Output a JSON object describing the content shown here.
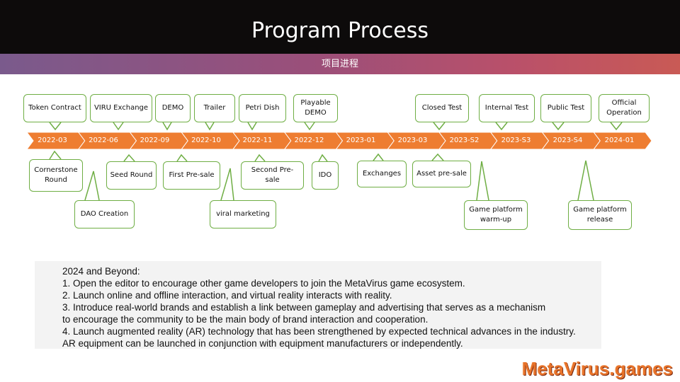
{
  "header": {
    "title": "Program Process",
    "subtitle": "项目进程"
  },
  "timeline": {
    "dates": [
      "2022-03",
      "2022-06",
      "2022-09",
      "2022-10",
      "2022-11",
      "2022-12",
      "2023-01",
      "2023-03",
      "2023-S2",
      "2023-S3",
      "2023-S4",
      "2024-01"
    ],
    "top_callouts": [
      "Token Contract",
      "VIRU Exchange",
      "DEMO",
      "Trailer",
      "Petri Dish",
      "Playable\nDEMO",
      "Closed Test",
      "Internal Test",
      "Public Test",
      "Official\nOperation"
    ],
    "bottom_callouts": [
      "Cornerstone\nRound",
      "DAO Creation",
      "Seed Round",
      "First Pre-sale",
      "viral marketing",
      "Second Pre-sale",
      "IDO",
      "Exchanges",
      "Asset pre-sale",
      "Game platform\nwarm-up",
      "Game platform\nrelease"
    ]
  },
  "notes": {
    "heading": "2024 and Beyond:",
    "lines": [
      "1. Open the editor to encourage other game developers to join the MetaVirus game ecosystem.",
      "2. Launch online and offline interaction, and virtual reality interacts with reality.",
      "3. Introduce real-world brands and establish a link between gameplay and advertising that serves as a mechanism",
      "to encourage the community to be the main body of brand interaction and cooperation.",
      "4. Launch augmented reality (AR) technology that has been strengthened by expected technical advances in the industry.",
      "AR equipment can be launched in conjunction with equipment manufacturers or independently."
    ]
  },
  "brand": "MetaVirus.games",
  "colors": {
    "arrow": "#ee7d31",
    "callout_border": "#6fae44",
    "header_bg": "#0d0b0b"
  }
}
